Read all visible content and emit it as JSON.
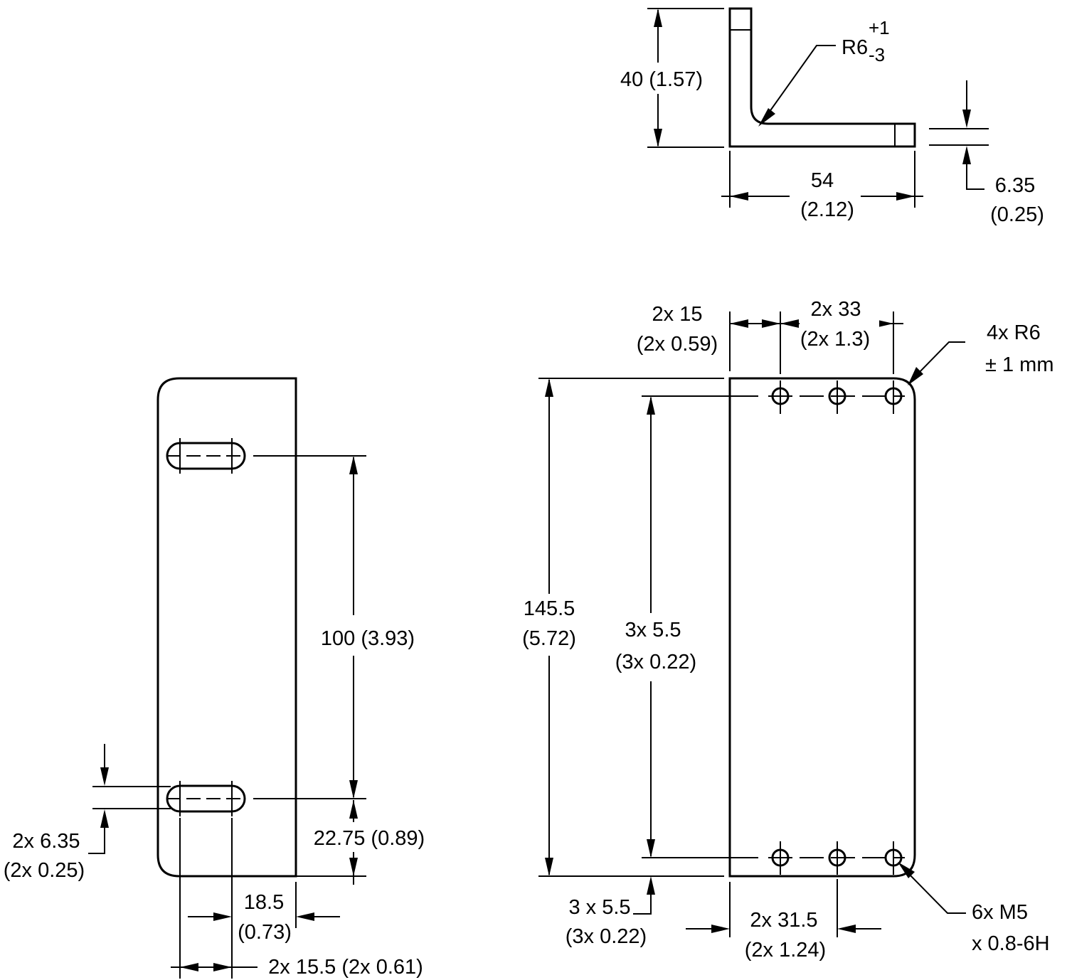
{
  "side_view": {
    "height_label": "40 (1.57)",
    "radius_label": "R6",
    "radius_tol_plus": "+1",
    "radius_tol_minus": "-3",
    "length_label": "54",
    "length_label_in": "(2.12)",
    "thickness_label": "6.35",
    "thickness_label_in": "(0.25)"
  },
  "left_view": {
    "slot_spacing_label": "100 (3.93)",
    "bottom_offset_label": "22.75 (0.89)",
    "slot_width_label": "2x 6.35",
    "slot_width_label_in": "(2x 0.25)",
    "slot_length_label": "18.5",
    "slot_length_label_in": "(0.73)",
    "slot_pos_label": "2x 15.5 (2x 0.61)"
  },
  "front_view": {
    "hole_offset_label": "2x 15",
    "hole_offset_label_in": "(2x 0.59)",
    "hole_pitch_label": "2x 33",
    "hole_pitch_label_in": "(2x 1.3)",
    "corner_radius_label": "4x R6",
    "corner_radius_tol": "± 1 mm",
    "total_height_label": "145.5",
    "total_height_label_in": "(5.72)",
    "hole_row_label": "3x 5.5",
    "hole_row_label_in": "(3x 0.22)",
    "bottom_hole_label": "3 x 5.5",
    "bottom_hole_label_in": "(3x 0.22)",
    "bottom_pos_label": "2x 31.5",
    "bottom_pos_label_in": "(2x 1.24)",
    "thread_label": "6x M5",
    "thread_label_2": "x 0.8-6H"
  }
}
